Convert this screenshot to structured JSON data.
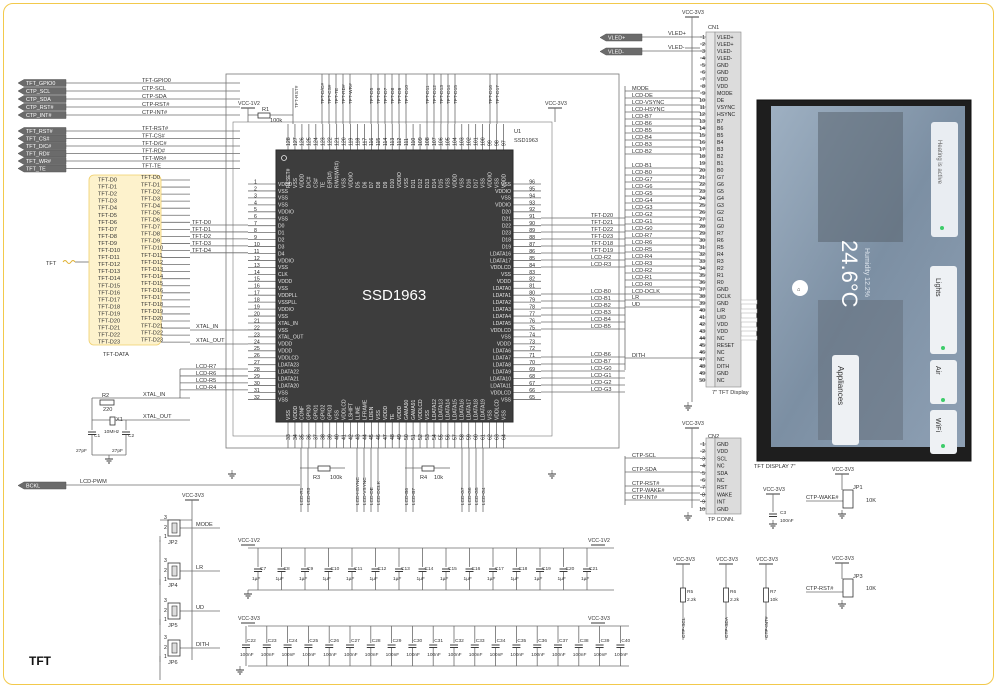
{
  "title": "TFT",
  "tft_inputs_top": [
    {
      "port": "TFT_GPIO0",
      "net": "TFT-GPIO0"
    },
    {
      "port": "CTP_SCL",
      "net": "CTP-SCL"
    },
    {
      "port": "CTP_SDA",
      "net": "CTP-SDA"
    },
    {
      "port": "CTP_RST#",
      "net": "CTP-RST#"
    },
    {
      "port": "CTP_INT#",
      "net": "CTP-INT#"
    }
  ],
  "tft_inputs_mid": [
    {
      "port": "TFT_RST#",
      "net": "TFT-RST#"
    },
    {
      "port": "TFT_CS#",
      "net": "TFT-CS#"
    },
    {
      "port": "TFT_D/C#",
      "net": "TFT-D/C#"
    },
    {
      "port": "TFT_RD#",
      "net": "TFT-RD#"
    },
    {
      "port": "TFT_WR#",
      "net": "TFT-WR#"
    },
    {
      "port": "TFT_TE",
      "net": "TFT-TE"
    }
  ],
  "tft_data_bus": {
    "port": "TFT",
    "label": "TFT-DATA",
    "lines": [
      "TFT-D0",
      "TFT-D1",
      "TFT-D2",
      "TFT-D3",
      "TFT-D4",
      "TFT-D5",
      "TFT-D6",
      "TFT-D7",
      "TFT-D8",
      "TFT-D9",
      "TFT-D10",
      "TFT-D11",
      "TFT-D12",
      "TFT-D13",
      "TFT-D14",
      "TFT-D15",
      "TFT-D16",
      "TFT-D17",
      "TFT-D18",
      "TFT-D19",
      "TFT-D20",
      "TFT-D21",
      "TFT-D22",
      "TFT-D23"
    ]
  },
  "u1": {
    "ref": "U1",
    "part": "SSD1963",
    "name": "SSD1963",
    "left_pins": [
      {
        "n": "1",
        "s": "VDDD"
      },
      {
        "n": "2",
        "s": "VSS"
      },
      {
        "n": "3",
        "s": "VSS"
      },
      {
        "n": "4",
        "s": "VSS"
      },
      {
        "n": "5",
        "s": "VDDIO"
      },
      {
        "n": "6",
        "s": "VSS"
      },
      {
        "n": "7",
        "s": "D0"
      },
      {
        "n": "8",
        "s": "D1"
      },
      {
        "n": "9",
        "s": "D2"
      },
      {
        "n": "10",
        "s": "D3"
      },
      {
        "n": "11",
        "s": "D4"
      },
      {
        "n": "12",
        "s": "VDDIO"
      },
      {
        "n": "13",
        "s": "VSS"
      },
      {
        "n": "14",
        "s": "CLK"
      },
      {
        "n": "15",
        "s": "VDDD"
      },
      {
        "n": "16",
        "s": "VSS"
      },
      {
        "n": "17",
        "s": "VDDPLL"
      },
      {
        "n": "18",
        "s": "VSSPLL"
      },
      {
        "n": "19",
        "s": "VDDIO"
      },
      {
        "n": "20",
        "s": "VSS"
      },
      {
        "n": "21",
        "s": "XTAL_IN"
      },
      {
        "n": "22",
        "s": "VSS"
      },
      {
        "n": "23",
        "s": "XTAL_OUT"
      },
      {
        "n": "24",
        "s": "VDDD"
      },
      {
        "n": "25",
        "s": "VDDD"
      },
      {
        "n": "26",
        "s": "VDDLCD"
      },
      {
        "n": "27",
        "s": "LDATA23"
      },
      {
        "n": "28",
        "s": "LDATA22"
      },
      {
        "n": "29",
        "s": "LDATA21"
      },
      {
        "n": "30",
        "s": "LDATA20"
      },
      {
        "n": "31",
        "s": "VSS"
      },
      {
        "n": "32",
        "s": "VSS"
      }
    ],
    "right_pins": [
      {
        "n": "96",
        "s": "VSS"
      },
      {
        "n": "95",
        "s": "VDDIO"
      },
      {
        "n": "94",
        "s": "VSS"
      },
      {
        "n": "93",
        "s": "VDDIO"
      },
      {
        "n": "92",
        "s": "D20"
      },
      {
        "n": "91",
        "s": "D21"
      },
      {
        "n": "90",
        "s": "D22"
      },
      {
        "n": "89",
        "s": "D23"
      },
      {
        "n": "88",
        "s": "D18"
      },
      {
        "n": "87",
        "s": "D19"
      },
      {
        "n": "86",
        "s": "LDATA16"
      },
      {
        "n": "85",
        "s": "LDATA17"
      },
      {
        "n": "84",
        "s": "VDDLCD"
      },
      {
        "n": "83",
        "s": "VSS"
      },
      {
        "n": "82",
        "s": "VDDD"
      },
      {
        "n": "81",
        "s": "LDATA0"
      },
      {
        "n": "80",
        "s": "LDATA1"
      },
      {
        "n": "79",
        "s": "LDATA2"
      },
      {
        "n": "78",
        "s": "LDATA3"
      },
      {
        "n": "77",
        "s": "LDATA4"
      },
      {
        "n": "76",
        "s": "LDATA5"
      },
      {
        "n": "75",
        "s": "VDDLCD"
      },
      {
        "n": "74",
        "s": "VSS"
      },
      {
        "n": "73",
        "s": "VDDD"
      },
      {
        "n": "72",
        "s": "LDATA6"
      },
      {
        "n": "71",
        "s": "LDATA7"
      },
      {
        "n": "70",
        "s": "LDATA8"
      },
      {
        "n": "69",
        "s": "LDATA9"
      },
      {
        "n": "68",
        "s": "LDATA10"
      },
      {
        "n": "67",
        "s": "LDATA11"
      },
      {
        "n": "66",
        "s": "VDDLCD"
      },
      {
        "n": "65",
        "s": "VSS"
      }
    ],
    "top_pins": [
      {
        "n": "128",
        "s": "RESET#"
      },
      {
        "n": "127",
        "s": "VSS"
      },
      {
        "n": "126",
        "s": "VDDD"
      },
      {
        "n": "125",
        "s": "D/C#"
      },
      {
        "n": "124",
        "s": "CS#"
      },
      {
        "n": "123",
        "s": "TE"
      },
      {
        "n": "122",
        "s": "E(RD#)"
      },
      {
        "n": "121",
        "s": "R/W#(WR#)"
      },
      {
        "n": "120",
        "s": "VSS"
      },
      {
        "n": "119",
        "s": "VDDIO"
      },
      {
        "n": "118",
        "s": "D5"
      },
      {
        "n": "117",
        "s": "D6"
      },
      {
        "n": "116",
        "s": "D7"
      },
      {
        "n": "115",
        "s": "D8"
      },
      {
        "n": "114",
        "s": "D9"
      },
      {
        "n": "113",
        "s": "D10"
      },
      {
        "n": "112",
        "s": "VDDIO"
      },
      {
        "n": "111",
        "s": "VSS"
      },
      {
        "n": "110",
        "s": "D11"
      },
      {
        "n": "109",
        "s": "D12"
      },
      {
        "n": "108",
        "s": "D13"
      },
      {
        "n": "107",
        "s": "D14"
      },
      {
        "n": "106",
        "s": "D15"
      },
      {
        "n": "105",
        "s": "VSS"
      },
      {
        "n": "104",
        "s": "VDDD"
      },
      {
        "n": "103",
        "s": "VSS"
      },
      {
        "n": "102",
        "s": "D16"
      },
      {
        "n": "101",
        "s": "D17"
      },
      {
        "n": "100",
        "s": "VSS"
      },
      {
        "n": "99",
        "s": "VDDIO"
      },
      {
        "n": "98",
        "s": "VSS"
      },
      {
        "n": "97",
        "s": "VDDD"
      }
    ],
    "bottom_pins": [
      {
        "n": "33",
        "s": "VSS"
      },
      {
        "n": "34",
        "s": "VDDD"
      },
      {
        "n": "35",
        "s": "CONF"
      },
      {
        "n": "36",
        "s": "GPIO0"
      },
      {
        "n": "37",
        "s": "GPIO1"
      },
      {
        "n": "38",
        "s": "GPIO2"
      },
      {
        "n": "39",
        "s": "GPIO3"
      },
      {
        "n": "40",
        "s": "VSS"
      },
      {
        "n": "41",
        "s": "VDDLCD"
      },
      {
        "n": "42",
        "s": "LSHIFT"
      },
      {
        "n": "43",
        "s": "LLINE"
      },
      {
        "n": "44",
        "s": "LFRAME"
      },
      {
        "n": "45",
        "s": "LDEN"
      },
      {
        "n": "46",
        "s": "VSS"
      },
      {
        "n": "47",
        "s": "VDDD"
      },
      {
        "n": "48",
        "s": "TE"
      },
      {
        "n": "49",
        "s": "VDDD"
      },
      {
        "n": "50",
        "s": "GAMA90"
      },
      {
        "n": "51",
        "s": "GAMA91"
      },
      {
        "n": "52",
        "s": "VDDLCD"
      },
      {
        "n": "53",
        "s": "VSS"
      },
      {
        "n": "54",
        "s": "LDATA12"
      },
      {
        "n": "55",
        "s": "LDATA13"
      },
      {
        "n": "56",
        "s": "LDATA14"
      },
      {
        "n": "57",
        "s": "LDATA15"
      },
      {
        "n": "58",
        "s": "LDATA16"
      },
      {
        "n": "59",
        "s": "LDATA17"
      },
      {
        "n": "60",
        "s": "LDATA18"
      },
      {
        "n": "61",
        "s": "LDATA19"
      },
      {
        "n": "62",
        "s": "VSS"
      },
      {
        "n": "63",
        "s": "VDDLCD"
      },
      {
        "n": "64",
        "s": "VSS"
      }
    ]
  },
  "left_nets": [
    "TFT-D0",
    "TFT-D1",
    "TFT-D2",
    "TFT-D3",
    "TFT-D4"
  ],
  "xtal": {
    "xin": "XTAL_IN",
    "xout": "XTAL_OUT",
    "r2": "R2",
    "r2v": "220",
    "x1": "X1",
    "x1v": "10MHz",
    "c1": "C1",
    "c1v": "27pF",
    "c2": "C2",
    "c2v": "27pF"
  },
  "lcd_left": [
    "LCD-R7",
    "LCD-R6",
    "LCD-R5",
    "LCD-R4"
  ],
  "right_nets": [
    "TFT-D20",
    "TFT-D21",
    "TFT-D22",
    "TFT-D23",
    "TFT-D18",
    "TFT-D19",
    "LCD-R2",
    "LCD-R3",
    "LCD-B0",
    "LCD-B1",
    "LCD-B2",
    "LCD-B3",
    "LCD-B4",
    "LCD-B5",
    "LCD-B6",
    "LCD-B7",
    "LCD-G0",
    "LCD-G1",
    "LCD-G2",
    "LCD-G3"
  ],
  "r1": {
    "ref": "R1",
    "val": "100k",
    "net": "TFT-RST#"
  },
  "r3": {
    "ref": "R3",
    "val": "100k"
  },
  "r4": {
    "ref": "R4",
    "val": "10k"
  },
  "pwr": {
    "v12": "VCC-1V2",
    "v33": "VCC-3V3"
  },
  "vled": {
    "p": "VLED+",
    "m": "VLED-",
    "np": "VLED+",
    "nm": "VLED-"
  },
  "cn1": {
    "ref": "CN1",
    "name": "7\" TFT Display",
    "pins": [
      {
        "n": "1",
        "s": "VLED+"
      },
      {
        "n": "2",
        "s": "VLED+"
      },
      {
        "n": "3",
        "s": "VLED-"
      },
      {
        "n": "4",
        "s": "VLED-"
      },
      {
        "n": "5",
        "s": "GND"
      },
      {
        "n": "6",
        "s": "GND"
      },
      {
        "n": "7",
        "s": "VDD"
      },
      {
        "n": "8",
        "s": "VDD"
      },
      {
        "n": "9",
        "s": "MODE"
      },
      {
        "n": "10",
        "s": "DE"
      },
      {
        "n": "11",
        "s": "VSYNC"
      },
      {
        "n": "12",
        "s": "HSYNC"
      },
      {
        "n": "13",
        "s": "B7"
      },
      {
        "n": "14",
        "s": "B6"
      },
      {
        "n": "15",
        "s": "B5"
      },
      {
        "n": "16",
        "s": "B4"
      },
      {
        "n": "17",
        "s": "B3"
      },
      {
        "n": "18",
        "s": "B2"
      },
      {
        "n": "19",
        "s": "B1"
      },
      {
        "n": "20",
        "s": "B0"
      },
      {
        "n": "21",
        "s": "G7"
      },
      {
        "n": "22",
        "s": "G6"
      },
      {
        "n": "23",
        "s": "G5"
      },
      {
        "n": "24",
        "s": "G4"
      },
      {
        "n": "25",
        "s": "G3"
      },
      {
        "n": "26",
        "s": "G2"
      },
      {
        "n": "27",
        "s": "G1"
      },
      {
        "n": "28",
        "s": "G0"
      },
      {
        "n": "29",
        "s": "R7"
      },
      {
        "n": "30",
        "s": "R6"
      },
      {
        "n": "31",
        "s": "R5"
      },
      {
        "n": "32",
        "s": "R4"
      },
      {
        "n": "33",
        "s": "R3"
      },
      {
        "n": "34",
        "s": "R2"
      },
      {
        "n": "35",
        "s": "R1"
      },
      {
        "n": "36",
        "s": "R0"
      },
      {
        "n": "37",
        "s": "GND"
      },
      {
        "n": "38",
        "s": "DCLK"
      },
      {
        "n": "39",
        "s": "GND"
      },
      {
        "n": "40",
        "s": "L/R"
      },
      {
        "n": "41",
        "s": "U/D"
      },
      {
        "n": "42",
        "s": "VDD"
      },
      {
        "n": "43",
        "s": "VDD"
      },
      {
        "n": "44",
        "s": "NC"
      },
      {
        "n": "45",
        "s": "RESET"
      },
      {
        "n": "46",
        "s": "NC"
      },
      {
        "n": "47",
        "s": "NC"
      },
      {
        "n": "48",
        "s": "DITH"
      },
      {
        "n": "49",
        "s": "GND"
      },
      {
        "n": "50",
        "s": "NC"
      }
    ],
    "nets": [
      "MODE",
      "LCD-DE",
      "LCD-VSYNC",
      "LCD-HSYNC",
      "LCD-B7",
      "LCD-B6",
      "LCD-B5",
      "LCD-B4",
      "LCD-B3",
      "LCD-B2",
      "LCD-B1",
      "LCD-B0",
      "LCD-G7",
      "LCD-G6",
      "LCD-G5",
      "LCD-G4",
      "LCD-G3",
      "LCD-G2",
      "LCD-G1",
      "LCD-G0",
      "LCD-R7",
      "LCD-R6",
      "LCD-R5",
      "LCD-R4",
      "LCD-R3",
      "LCD-R2",
      "LCD-R1",
      "LCD-R0",
      "LCD-DCLK",
      "LR",
      "UD",
      "DITH"
    ]
  },
  "cn2": {
    "ref": "CN2",
    "name": "TP CONN.",
    "pins": [
      {
        "n": "1",
        "s": "GND"
      },
      {
        "n": "2",
        "s": "VDD"
      },
      {
        "n": "3",
        "s": "SCL"
      },
      {
        "n": "4",
        "s": "NC"
      },
      {
        "n": "5",
        "s": "SDA"
      },
      {
        "n": "6",
        "s": "NC"
      },
      {
        "n": "7",
        "s": "RST"
      },
      {
        "n": "8",
        "s": "WAKE"
      },
      {
        "n": "9",
        "s": "INT"
      },
      {
        "n": "10",
        "s": "GND"
      }
    ],
    "nets": [
      "CTP-SCL",
      "CTP-SDA",
      "CTP-RST#",
      "CTP-WAKE#",
      "CTP-INT#"
    ]
  },
  "display": {
    "label": "TFT DISPLAY 7\"",
    "status_text": "Heating is active",
    "temperature": "24.6°C",
    "humidity": "Humidity 12.2%",
    "tiles": [
      "Lights",
      "Air",
      "Appliances",
      "WiFi"
    ]
  },
  "bckl": {
    "port": "BCKL",
    "net": "LCD-PWM"
  },
  "jumpers": [
    {
      "ref": "JP2",
      "net": "MODE"
    },
    {
      "ref": "JP4",
      "net": "LR"
    },
    {
      "ref": "JP5",
      "net": "UD"
    },
    {
      "ref": "JP6",
      "net": "DITH"
    }
  ],
  "jp1": {
    "ref": "JP1",
    "net": "CTP-WAKE#",
    "val": "10K"
  },
  "jp3": {
    "ref": "JP3",
    "net": "CTP-RST#",
    "val": "10K"
  },
  "c3": {
    "ref": "C3",
    "val": "100nF"
  },
  "caps_1v2": [
    {
      "ref": "C7",
      "val": "1µF"
    },
    {
      "ref": "C8",
      "val": "1µF"
    },
    {
      "ref": "C9",
      "val": "1µF"
    },
    {
      "ref": "C10",
      "val": "1µF"
    },
    {
      "ref": "C11",
      "val": "1µF"
    },
    {
      "ref": "C12",
      "val": "1µF"
    },
    {
      "ref": "C13",
      "val": "1µF"
    },
    {
      "ref": "C14",
      "val": "1µF"
    },
    {
      "ref": "C15",
      "val": "1µF"
    },
    {
      "ref": "C16",
      "val": "1µF"
    },
    {
      "ref": "C17",
      "val": "1µF"
    },
    {
      "ref": "C18",
      "val": "1µF"
    },
    {
      "ref": "C19",
      "val": "1µF"
    },
    {
      "ref": "C20",
      "val": "1µF"
    },
    {
      "ref": "C21",
      "val": "1µF"
    }
  ],
  "caps_3v3": [
    {
      "ref": "C22",
      "val": "100nF"
    },
    {
      "ref": "C23",
      "val": "100nF"
    },
    {
      "ref": "C24",
      "val": "100nF"
    },
    {
      "ref": "C25",
      "val": "100nF"
    },
    {
      "ref": "C26",
      "val": "100nF"
    },
    {
      "ref": "C27",
      "val": "100nF"
    },
    {
      "ref": "C28",
      "val": "100nF"
    },
    {
      "ref": "C29",
      "val": "100nF"
    },
    {
      "ref": "C30",
      "val": "100nF"
    },
    {
      "ref": "C31",
      "val": "100nF"
    },
    {
      "ref": "C32",
      "val": "100nF"
    },
    {
      "ref": "C33",
      "val": "100nF"
    },
    {
      "ref": "C34",
      "val": "100nF"
    },
    {
      "ref": "C35",
      "val": "100nF"
    },
    {
      "ref": "C36",
      "val": "100nF"
    },
    {
      "ref": "C37",
      "val": "100nF"
    },
    {
      "ref": "C38",
      "val": "100nF"
    },
    {
      "ref": "C39",
      "val": "100nF"
    },
    {
      "ref": "C40",
      "val": "100nF"
    }
  ],
  "pullups": [
    {
      "ref": "R5",
      "val": "2.2k",
      "net": "CTP-SCL"
    },
    {
      "ref": "R6",
      "val": "2.2k",
      "net": "CTP-SDA"
    },
    {
      "ref": "R7",
      "val": "10k",
      "net": "CTP-INT#"
    }
  ],
  "bottom_nets": [
    "LCD-R1",
    "LCD-R0",
    "LCD-HSYNC",
    "LCD-VSYNC",
    "LCD-DE",
    "LCD-DCLK",
    "LCD-B6",
    "LCD-B7",
    "LCD-G7",
    "LCD-G6",
    "LCD-G5",
    "LCD-G4"
  ]
}
